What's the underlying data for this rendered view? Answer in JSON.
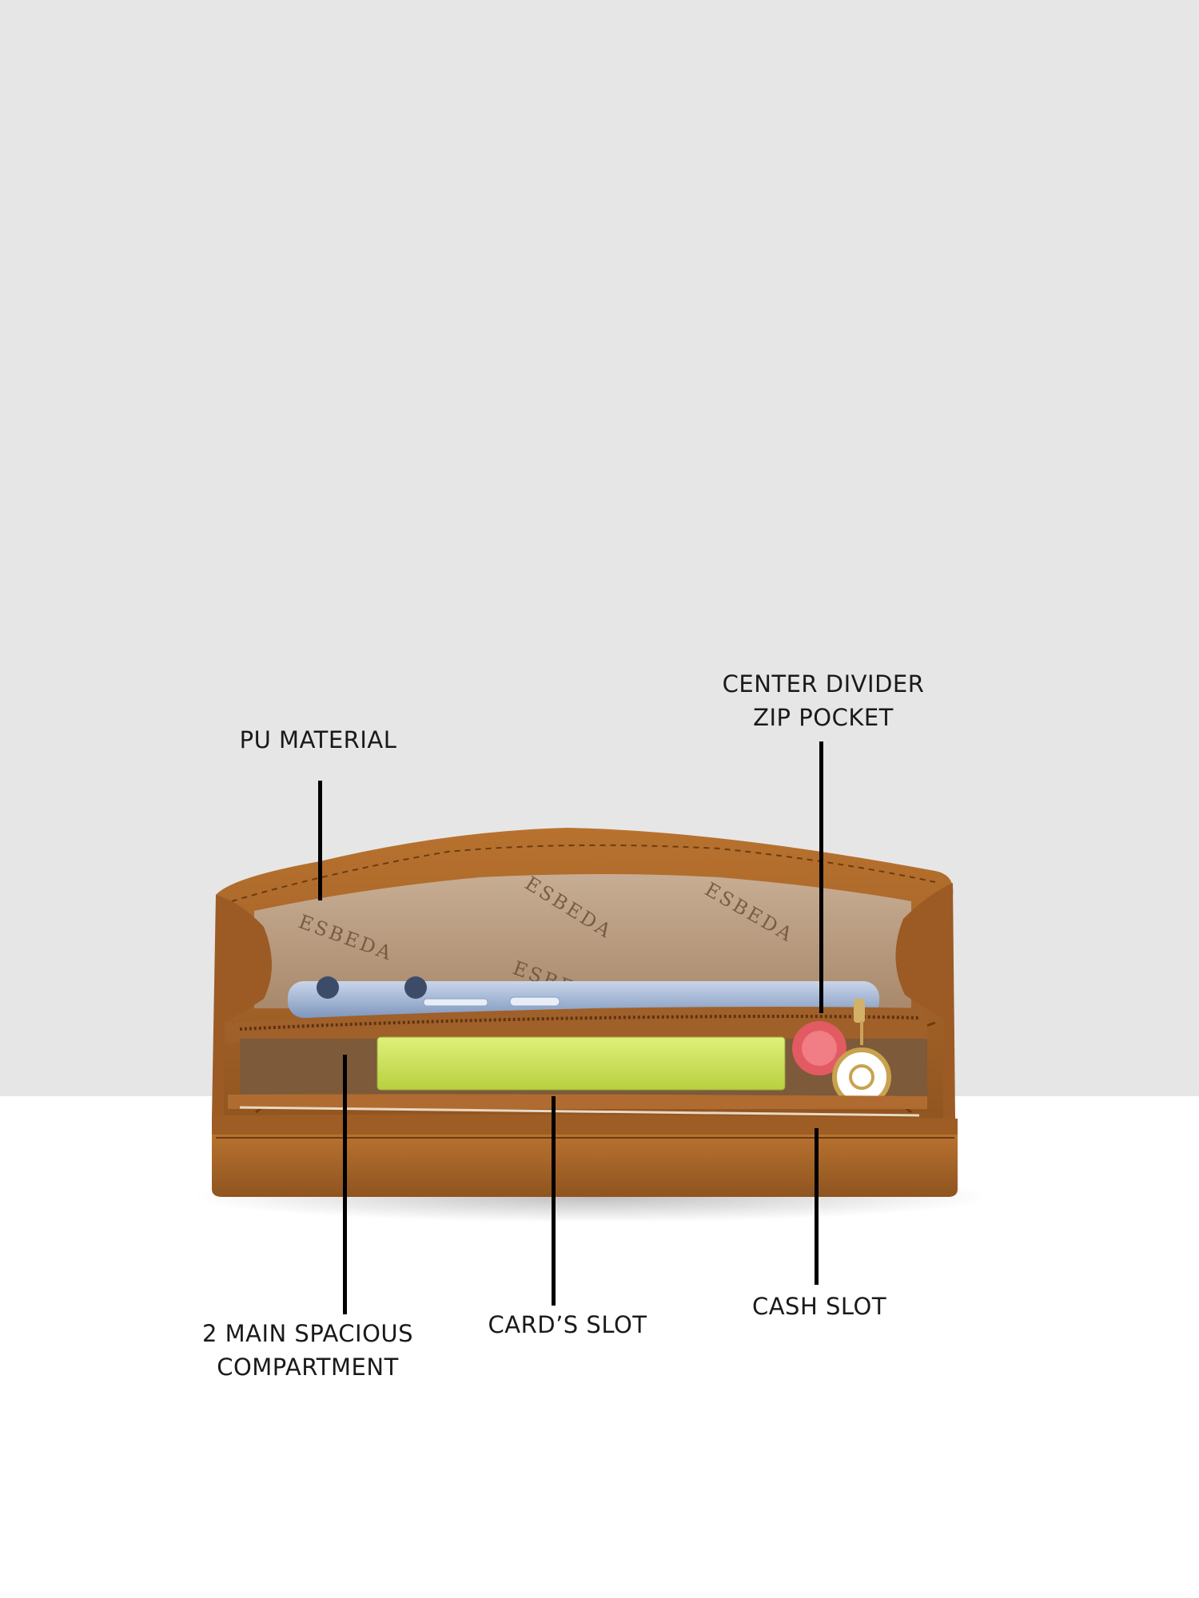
{
  "callouts": {
    "pu_material": {
      "lines": [
        "PU MATERIAL"
      ]
    },
    "center_divider": {
      "lines": [
        "CENTER DIVIDER",
        "ZIP POCKET"
      ]
    },
    "main_compartment": {
      "lines": [
        "2 MAIN SPACIOUS",
        "COMPARTMENT"
      ]
    },
    "cards_slot": {
      "lines": [
        "CARD’S SLOT"
      ]
    },
    "cash_slot": {
      "lines": [
        "CASH SLOT"
      ]
    }
  },
  "colors": {
    "backdrop": "#e6e6e6",
    "floor": "#ffffff",
    "leather": "#a8652a",
    "leather_dark": "#7e4616",
    "lining": "#bfa48a",
    "card_box": "#cfe45a",
    "leader_line": "#000000"
  },
  "brand_monogram": "ESBEDA"
}
